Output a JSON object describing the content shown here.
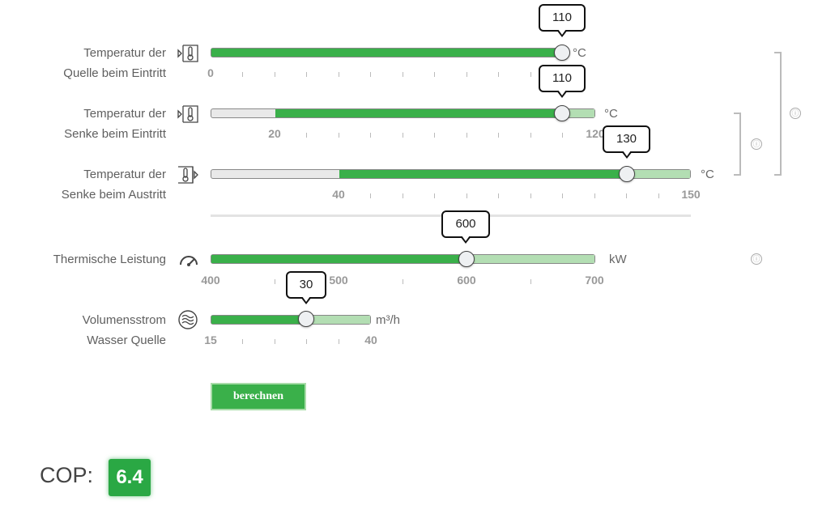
{
  "colors": {
    "fill": "#3ab04a",
    "fill_light": "#b3deb3",
    "track_bg": "#e9e9e9",
    "cop_bg": "#2aa844"
  },
  "sliders": [
    {
      "id": "source-inlet",
      "label_line1": "Temperatur der",
      "label_line2": "Quelle beim Eintritt",
      "icon": "thermometer-inlet-icon",
      "value": "110",
      "unit": "°C",
      "ticks": [
        "0"
      ]
    },
    {
      "id": "sink-inlet",
      "label_line1": "Temperatur der",
      "label_line2": "Senke beim Eintritt",
      "icon": "thermometer-inlet-icon",
      "value": "110",
      "unit": "°C",
      "ticks": [
        "20",
        "120"
      ]
    },
    {
      "id": "sink-outlet",
      "label_line1": "Temperatur der",
      "label_line2": "Senke beim Austritt",
      "icon": "thermometer-outlet-icon",
      "value": "130",
      "unit": "°C",
      "ticks": [
        "40",
        "150"
      ]
    },
    {
      "id": "thermal-power",
      "label_line1": "Thermische Leistung",
      "icon": "gauge-icon",
      "value": "600",
      "unit": "kW",
      "ticks": [
        "400",
        "500",
        "600",
        "700"
      ]
    },
    {
      "id": "flow",
      "label_line1": "Volumensstrom",
      "label_line2": "Wasser Quelle",
      "icon": "water-icon",
      "value": "30",
      "unit": "m³/h",
      "ticks": [
        "15",
        "40"
      ]
    }
  ],
  "info_icon": "ⓘ",
  "button": {
    "label": "berechnen"
  },
  "result": {
    "label": "COP:",
    "value": "6.4"
  }
}
